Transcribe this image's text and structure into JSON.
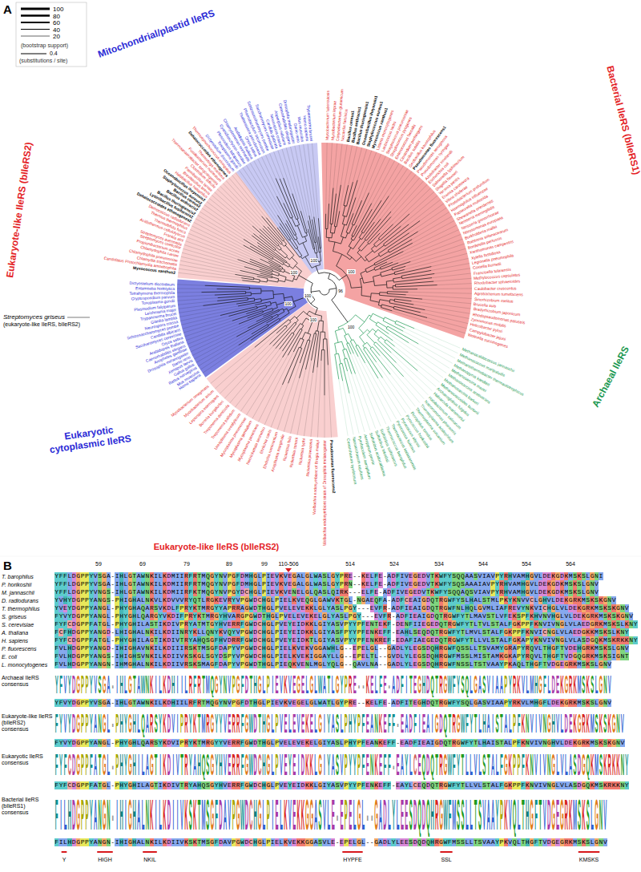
{
  "diagram": {
    "labels": [
      "A",
      "Mitochondrial/plastid IleRS",
      "Bacterial IleRS (bIleRS1)",
      "Archaeal IleRS",
      "Eukaryote-like IleRS (bIleRS2)",
      "Eukaryotic cytoplasmic IleRS",
      "Eukaryote-like IleRS (bIleRS2)",
      "Streptomyces griseus",
      "(eukaryote-like IleRS, bIleRS2)",
      "(bootstrap support)",
      "0.4",
      "(substitutions / site)",
      "100",
      "100",
      "100",
      "100",
      "100",
      "100",
      "96",
      "100",
      "B",
      "59",
      "69",
      "79",
      "89",
      "99",
      "110-506",
      "514",
      "524",
      "534",
      "544",
      "554",
      "564",
      "T. barophilus",
      "YFFLDGPPYVSGA-IHLGTAWNKILKDMIIRFRTMQGYNVPGFDMHGLPIEVKVEGALGLWASLGYPRE--KELFE-ADFIVEGEDVTKWFYSQQAASVIAVPYRHVAMHGVLDEKGDKMSKSLGNI",
      "P. horikoshii",
      "YFFLDGPPYVSGA-IHLGTAWNKILKDMIIRFRTMQGYNVPGFDMHGLPIEVKVEGALGLWASLGYPRN--KELFE-ADFIVEGEDVTKWFYSQSAAAIAVPYRHVAMHGVLDEKGDKMSKSLGNV",
      "M. jannaschii",
      "YFFLDGPPYVNGS-IHLGTAWNKILKDMIIRFKTMQGYNVPGYDCHGLPIEVKVENELGLQASLQIRK---ELFE-ADFIVEGEDVTKWFYSQQAQSVIAVPYRHVAMHGVLDEKGDKMSKSLGNV",
      "D. radiodurans",
      "YVHYDGPPYANGS-PHIGHALNKVLKDVVVRYQTLRGKEVRYVPGWDCHGLPIELKVEQGLGAWVKTGL-NGAEQFA-ADFCEAIGDQTRGWFYSLHALSTMLPKYKNVVCLGHVLDEKGRKMSKSKGNV",
      "T. thermophilus",
      "YVEYDGPPYANGL-PHYGHAQARSVKDLFPRYKTMRGYYAPRRAGWDTHGLPVELEVEKKLGLYASLPGY---EVFR-ADFIEAIGDQTRGWFNLHQLGVMLIAFREVYNKVICHGLVLDEKGRKMSKSKGNV",
      "S. griseus",
      "FYVYDGPPYANGL-PHYGHLQARGYVKDIFPRYKTMRGYHVARGPGWDTHGLPVELEVEKELGLYASLPGY---EVFR-ADFIEAIGDQTRGWFYTLMAVSTLVFEKSPFKHVNVHGLVLDEKGRKMSKSKGNV",
      "S. cerevisiae",
      "FYFCDGPPFATGL-PHYGHILASTIKDIVPRYATMTGYHVERRFGWDCHGLPVEYEIDKKLGIYASVPYYPFENTEKF-DENFIIEGEDQTRGWFYTLTVLSTALFGKPPFKNVIVNGLVLAEDGRKMSKSLKNY",
      "A. thaliana",
      "FCFHDGPPYANGD-LHIGHALNKILKDIINRYKLLQNYKVQYVPGWDCHGLPIEYEIDKKLGIYASFPYYPFENKEFF-EAHLSEQDQTRGWFYTLMVLSTALFGKPPFKNVICNGLVLAEDGKKMSKSLKNY",
      "H. sapiens",
      "FYFCDGPPFATGL-PHYGHILAGTIKDIVTRYAHQSGFHVDRRFGWDCHGLPVEYEIDKTLGIYASVPYYPFENKREF-EDAFIAEGEDQTRGWFYTLLVLSTALFGKAPYKNVIVNGLVLASDGQKMSKRKKNY",
      "P. fluorescens",
      "FVLHDGPPYANGD-IHIGHAVNKILKDIIIRSKTMSGFDAPYVPGWDCHGLPIELKVEKVGGAWHLG--EPELGL--GADLYLEGSDQHRGWFQSSLLTSVAMYGRAPYRQVLTHGFTVDEHGRKMSKSLGNV",
      "E. coli",
      "FVLHDGPPYANGS-IHIGHSVNKILKDIIVKSKGLSGYDSPYVPGWDCHGLPIELKVEKIGGAYLLG--EPELTL--GVDLYLEGSDQHRGWFMSSLMISTAMKGKAPYRQVLTHGFTVDGQGRKMSKSIGNT",
      "L. monocytogenes",
      "FVLHDGPPYANGN-IHMGHALNKILKDIIVRSKSMAGFDAPYVPGWDTHGLPIEQKVENLMGLYQLG--QAVLNA--GADLYLEGSDQHRGWFNSSLTSTVAAYPKAQLTHGFTVDGEGRKMSKSLGNV",
      "Archaeal IleRS consensus",
      "YFVYDGPPYVSGA-IHLGTAWNKILKDHIILRFRTMQGYNVPGFDTHGLPIEVKVEGELGLWATLGYPRE--KELFE-ADFITEGHDQTRGWFYSQLGASVIAAPYRKVLMHGFLDEKGRKMSKSLGNV",
      "YFVYDGPPYVSGA-IHLGTAWNKILKDHIILRFRTMQGYNVPGFDTHGLPIEVKVEGELGLWATLGYPRE--KELFE-ADFITEGHDQTRGWFYSQLGASVIAAPYRKVLMHGFLDEKGRKMSKSLGNV",
      "Eukaryote-like IleRS (bIleRS2) consensus",
      "FYVYDGPPYANGL-PHYGHLQARSYKDVIPRYKTMRGYYVERRFGWDTHGLPVELEVEKELGIYASLPHYPFEANKEFF-EADFIEAIGDQTRGWFYTLHAISTALPFKNVIVNGHVLDEKGRKMSKSKGNV",
      "FYVYDGPPYANGL-PHYGHLQARSYKDVIPRYKTMRGYYVERRFGWDTHGLPVELEVEKELGIYASLPHYPFEANKEFF-EADFIEAIGDQTRGWFYTLHAISTALPFKNVIVNGHVLDEKGRKMSKSKGNV",
      "Eukaryotic IleRS consensus",
      "FYFCDGPPFATGL-PHYGHILAGTIKDIVTRYAHQSGYHVERRFGWDCHGLPVEYEIDKKLGIYASVPYYPFENKEFF-EAYLCEQDQTRGWFYTLLVLSTALFGKPPFKNVIVNGLVLASDGQKMSKRKKNY",
      "FYFCDGPPFATGL-PHYGHILAGTIKDIVTRYAHQSGYHVERRFGWDCHGLPVEYEIDKKLGIYASVPYYPFENKEFF-EAYLCEQDQTRGWFYTLLVLSTALFGKPPFKNVIVNGLVLASDGQKMSKRKKNY",
      "Bacterial IleRS (bIleRS1) consensus",
      "FILHDGPPYANGN-IHIGHALNKILKDIIVKSKTMSGFDAVPGWDCHGLPIELKVEKKGGASVLE-EPELGL--GADLYLEESDQDQHRGWFMSSLLTSVAAYPKVQLTHGFTVDGEGRKMSKSLGNV",
      "FILHDGPPYANGN-IHIGHALNKILKDIIVKSKTMSGFDAVPGWDCHGLPIELKVEKKGGASVLE-EPELGL--GADLYLEESDQDQHRGWFMSSLLTSVAAYPKVQLTHGFTVDGEGRKMSKSLGNV",
      "Y",
      "HIGH",
      "NKIL",
      "HYPFE",
      "SSL",
      "KMSKS",
      "Dictyostelium discoideum",
      "Toxoplasma gondii",
      "Plasmodium falciparum",
      "Cyanidioschyzon merolae",
      "Chlamydomonas reinhardtii",
      "Arabidopsis thaliana",
      "Oryza sativa",
      "Thalassiosira pseudonana",
      "Phaeodactylum tricornutum",
      "Schizosaccharomyces pombe",
      "Saccharomyces cerevisiae",
      "Candida glabrata",
      "Neurospora crassa",
      "Aspergillus nidulans",
      "Caenorhabditis elegans",
      "Drosophila melanogaster",
      "Danio rerio",
      "Mus musculus",
      "Homo sapiens",
      "Trypanosoma brucei",
      "Mycobacterium tuberculosis",
      "Mycobacterium leprae",
      "Corynebacterium glutamicum",
      "Nocardia farcinica",
      "Bacillus cereus1",
      "Bacillus anthracis1",
      "Bacillus thuringiensis1",
      "Oceanobacillus iheyensis1",
      "Staphylococcus aureus1",
      "Myxococcus xanthus1",
      "Listeria monocytogenes",
      "Lactococcus lactis",
      "Streptococcus pneumoniae",
      "Streptococcus pyogenes",
      "Enterococcus faecalis",
      "Clostridium perfringens",
      "Bacillus subtilis",
      "Geobacillus kaustophilus",
      "Pseudomonas fluorescens1",
      "Pseudomonas aeruginosa",
      "Pseudomonas syringae",
      "Azotobacter vinelandii",
      "Escherichia coli",
      "Salmonella typhimurium",
      "Shigella flexneri",
      "Yersinia pestis",
      "Erwinia carotovora",
      "Vibrio cholerae",
      "Photobacterium profundum",
      "Haemophilus influenzae",
      "Pasteurella multocida",
      "Shewanella oneidensis",
      "Neisseria meningitidis",
      "Neisseria gonorrhoeae",
      "Nitrosomonas europaea",
      "Burkholderia mallei",
      "Ralstonia solanacearum",
      "Bordetella pertussis",
      "Xanthomonas campestris",
      "Xylella fastidiosa",
      "Legionella pneumophila",
      "Coxiella burnetii",
      "Francisella tularensis",
      "Methylococcus capsulatus",
      "Rhodobacter sphaeroides",
      "Caulobacter crescentus",
      "Agrobacterium tumefaciens",
      "Sinorhizobium meliloti",
      "Brucella suis",
      "Bradyrhizobium japonicum",
      "Rhodopseudomonas palustris",
      "Zymomonas mobilis",
      "Helicobacter pylori",
      "Campylobacter jejuni",
      "Wolinella succinogenes",
      "Methanocaldococcus jannaschii",
      "Methanococcus maripaludis",
      "Methanothermobacter thermautotrophicus",
      "Methanopyrus kandleri",
      "Methanosarcina mazei",
      "Methanosarcina acetivorans",
      "Methanosarcina barkeri",
      "Methanococcoides burtonii",
      "Archaeoglobus fulgidus",
      "Haloarcula marismortui",
      "Halobacterium salinarum",
      "Natronomonas pharaonis",
      "Thermoplasma acidophilum",
      "Thermoplasma volcanium",
      "Picrophilus torridus",
      "Pyrococcus horikoshii",
      "Pyrococcus abyssi",
      "Pyrococcus furiosus",
      "Thermococcus kodakarensis",
      "Thermococcus barophilus",
      "Sulfolobus solfataricus",
      "Sulfolobus tokodaii",
      "Sulfolobus acidocaldarius",
      "Aeropyrum pernix",
      "Pyrobaculum aerophilum",
      "Nanoarchaeum equitans",
      "Cenarchaeum symbiosum",
      "Pseudomonas fluorescens2",
      "Wolbachia endosymbiont strain of Drosophila melanogaster",
      "Wolbachia endosymbiont of Brugia malayi",
      "Rickettsia prowazekii",
      "Rickettsia typhi",
      "Rickettsia conorii",
      "Rickettsia felis",
      "Anaplasma marginale",
      "Ehrlichia ruminantium",
      "Ehrlichia canis",
      "Neorickettsia sennetsu",
      "Mycoplasma penetrans",
      "Mycoplasma genitalium",
      "Mycoplasma pneumoniae",
      "Ureaplasma urealyticum",
      "Treponema pallidum",
      "Treponema denticola",
      "Borrelia burgdorferi",
      "Leptospira interrogans",
      "Mycobacterium avium",
      "Mycobacterium smegmatis",
      "Homo sapiens",
      "Mus musculus",
      "Rattus norvegicus",
      "Gallus gallus",
      "Xenopus laevis",
      "Danio rerio",
      "Drosophila melanogaster",
      "Anopheles gambiae",
      "Caenorhabditis elegans",
      "Arabidopsis thaliana",
      "Oryza sativa",
      "Saccharomyces cerevisiae",
      "Candida albicans",
      "Schizosaccharomyces pombe",
      "Neurospora crassa",
      "Giardia lamblia",
      "Trypanosoma brucei",
      "Leishmania major",
      "Plasmodium falciparum",
      "Toxoplasma gondii",
      "Cryptosporidium parvum",
      "Tetrahymena thermophila",
      "Entamoeba histolytica",
      "Dictyostelium discoideum",
      "Myxococcus xanthus2",
      "Candidatus Protochlamydia amoebophila",
      "Chlamydia trachomatis",
      "Chlamydophila pneumoniae",
      "Chlamydophila caviae",
      "Propionibacterium acnes",
      "Streptomyces coelicolor",
      "Streptomyces avermitilis",
      "Frankia alni",
      "Acidothermus cellulolyticus",
      "Thermobifida fusca",
      "Thermus thermophilus",
      "Deinococcus radiodurans",
      "Dehalococcoides ethenogenes2",
      "Lysinibacillus fusiformis2",
      "Bacillus thuringiensis2",
      "Bacillus anthracis2",
      "Bacillus cereus2",
      "Staphylococcus aureus2",
      "Oceanobacillus iheyensis2",
      "Halobacillus halophilus",
      "Brevibacillus brevis",
      "Paenibacillus larvae",
      "Clostridium difficile",
      "Thermoanaerobacter tengcongensis",
      "Fusobacterium nucleatum",
      "Thermotoga maritima",
      "Dehalococcoides ethenogenes",
      "Thermosynechococcus elongatus"
    ],
    "legend": [
      {
        "text": "100"
      },
      {
        "text": "80"
      },
      {
        "text": "60"
      },
      {
        "text": "40"
      },
      {
        "text": "20"
      }
    ]
  }
}
